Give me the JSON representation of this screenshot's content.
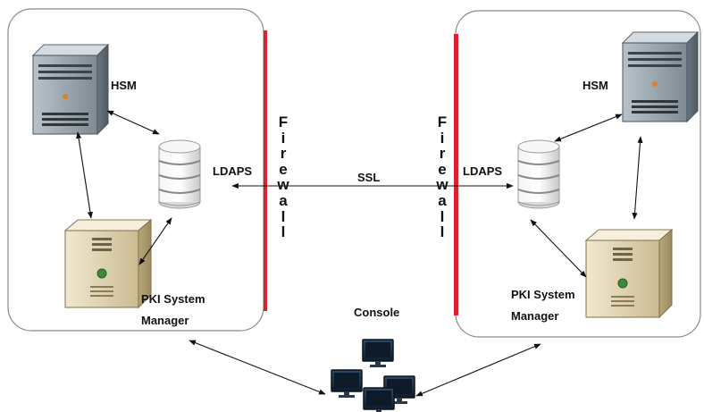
{
  "labels": {
    "hsm_left": "HSM",
    "hsm_right": "HSM",
    "ldaps_left": "LDAPS",
    "ldaps_right": "LDAPS",
    "ssl": "SSL",
    "pki_left_line1": "PKI System",
    "pki_left_line2": "Manager",
    "pki_right_line1": "PKI System",
    "pki_right_line2": "Manager",
    "console": "Console"
  },
  "firewalls": {
    "left": "Firewall",
    "right": "Firewall"
  },
  "colors": {
    "firewall": "#d8232a",
    "zone_border": "#8a8a8a",
    "hsm_server": "#8e9aa3",
    "pki_server": "#e3d6b3",
    "monitor": "#1b2a3a"
  }
}
